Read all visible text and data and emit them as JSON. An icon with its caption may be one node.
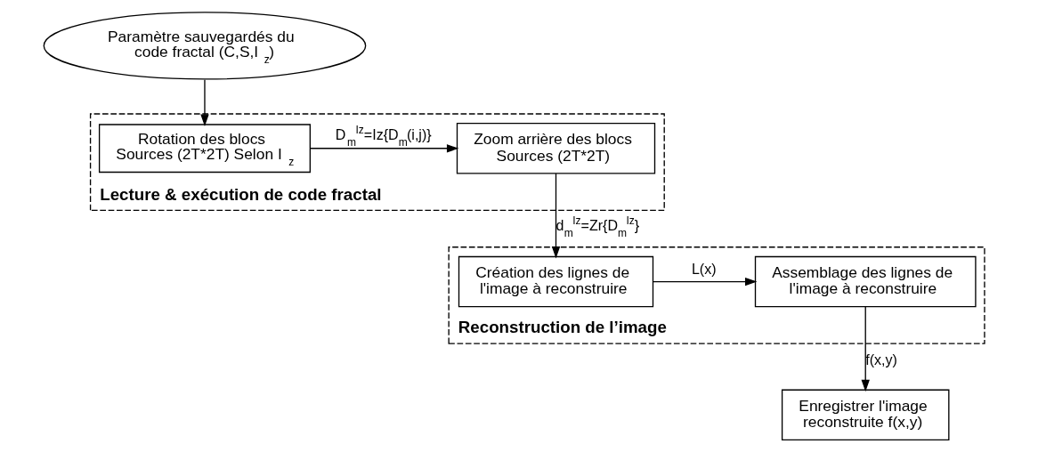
{
  "diagram": {
    "nodes": [
      {
        "text": [
          "Paramètre sauvegardés du code fractal (C,S,I$_{z}$)"
        ]
      },
      {
        "text": [
          "Lecture & exécution de code fractal"
        ]
      },
      {
        "text": [
          "Rotation des blocs Sources (2T*2T) Selon I$_{z}$"
        ],
        "in": 1
      },
      {
        "text": [
          "Zoom arrière des blocs Sources (2T*2T)"
        ],
        "in": 1
      },
      {
        "text": [
          "Reconstruction de l’image"
        ]
      },
      {
        "text": [
          "Création des lignes de l'image à reconstruire"
        ],
        "in": 4
      },
      {
        "text": [
          "Assemblage des lignes de l'image à reconstruire"
        ],
        "in": 4
      },
      {
        "text": [
          "Enregistrer l'image reconstruite f(x,y)"
        ]
      }
    ],
    "edges": [
      {
        "from": 0,
        "to": 2,
        "arrow": "to"
      },
      {
        "from": 2,
        "to": 3,
        "arrow": "to",
        "label": "D$_{m}$$^{Iz}$=Iz{D$_{m}$(i,j)}"
      },
      {
        "from": 3,
        "to": 5,
        "arrow": "to",
        "label": "d$_{m}$$^{Iz}$=Zr{D$_{m}$$^{Iz}$}"
      },
      {
        "from": 5,
        "to": 6,
        "arrow": "to",
        "label": "L(x)"
      },
      {
        "from": 6,
        "to": 7,
        "arrow": "to",
        "label": "f(x,y)"
      }
    ]
  }
}
